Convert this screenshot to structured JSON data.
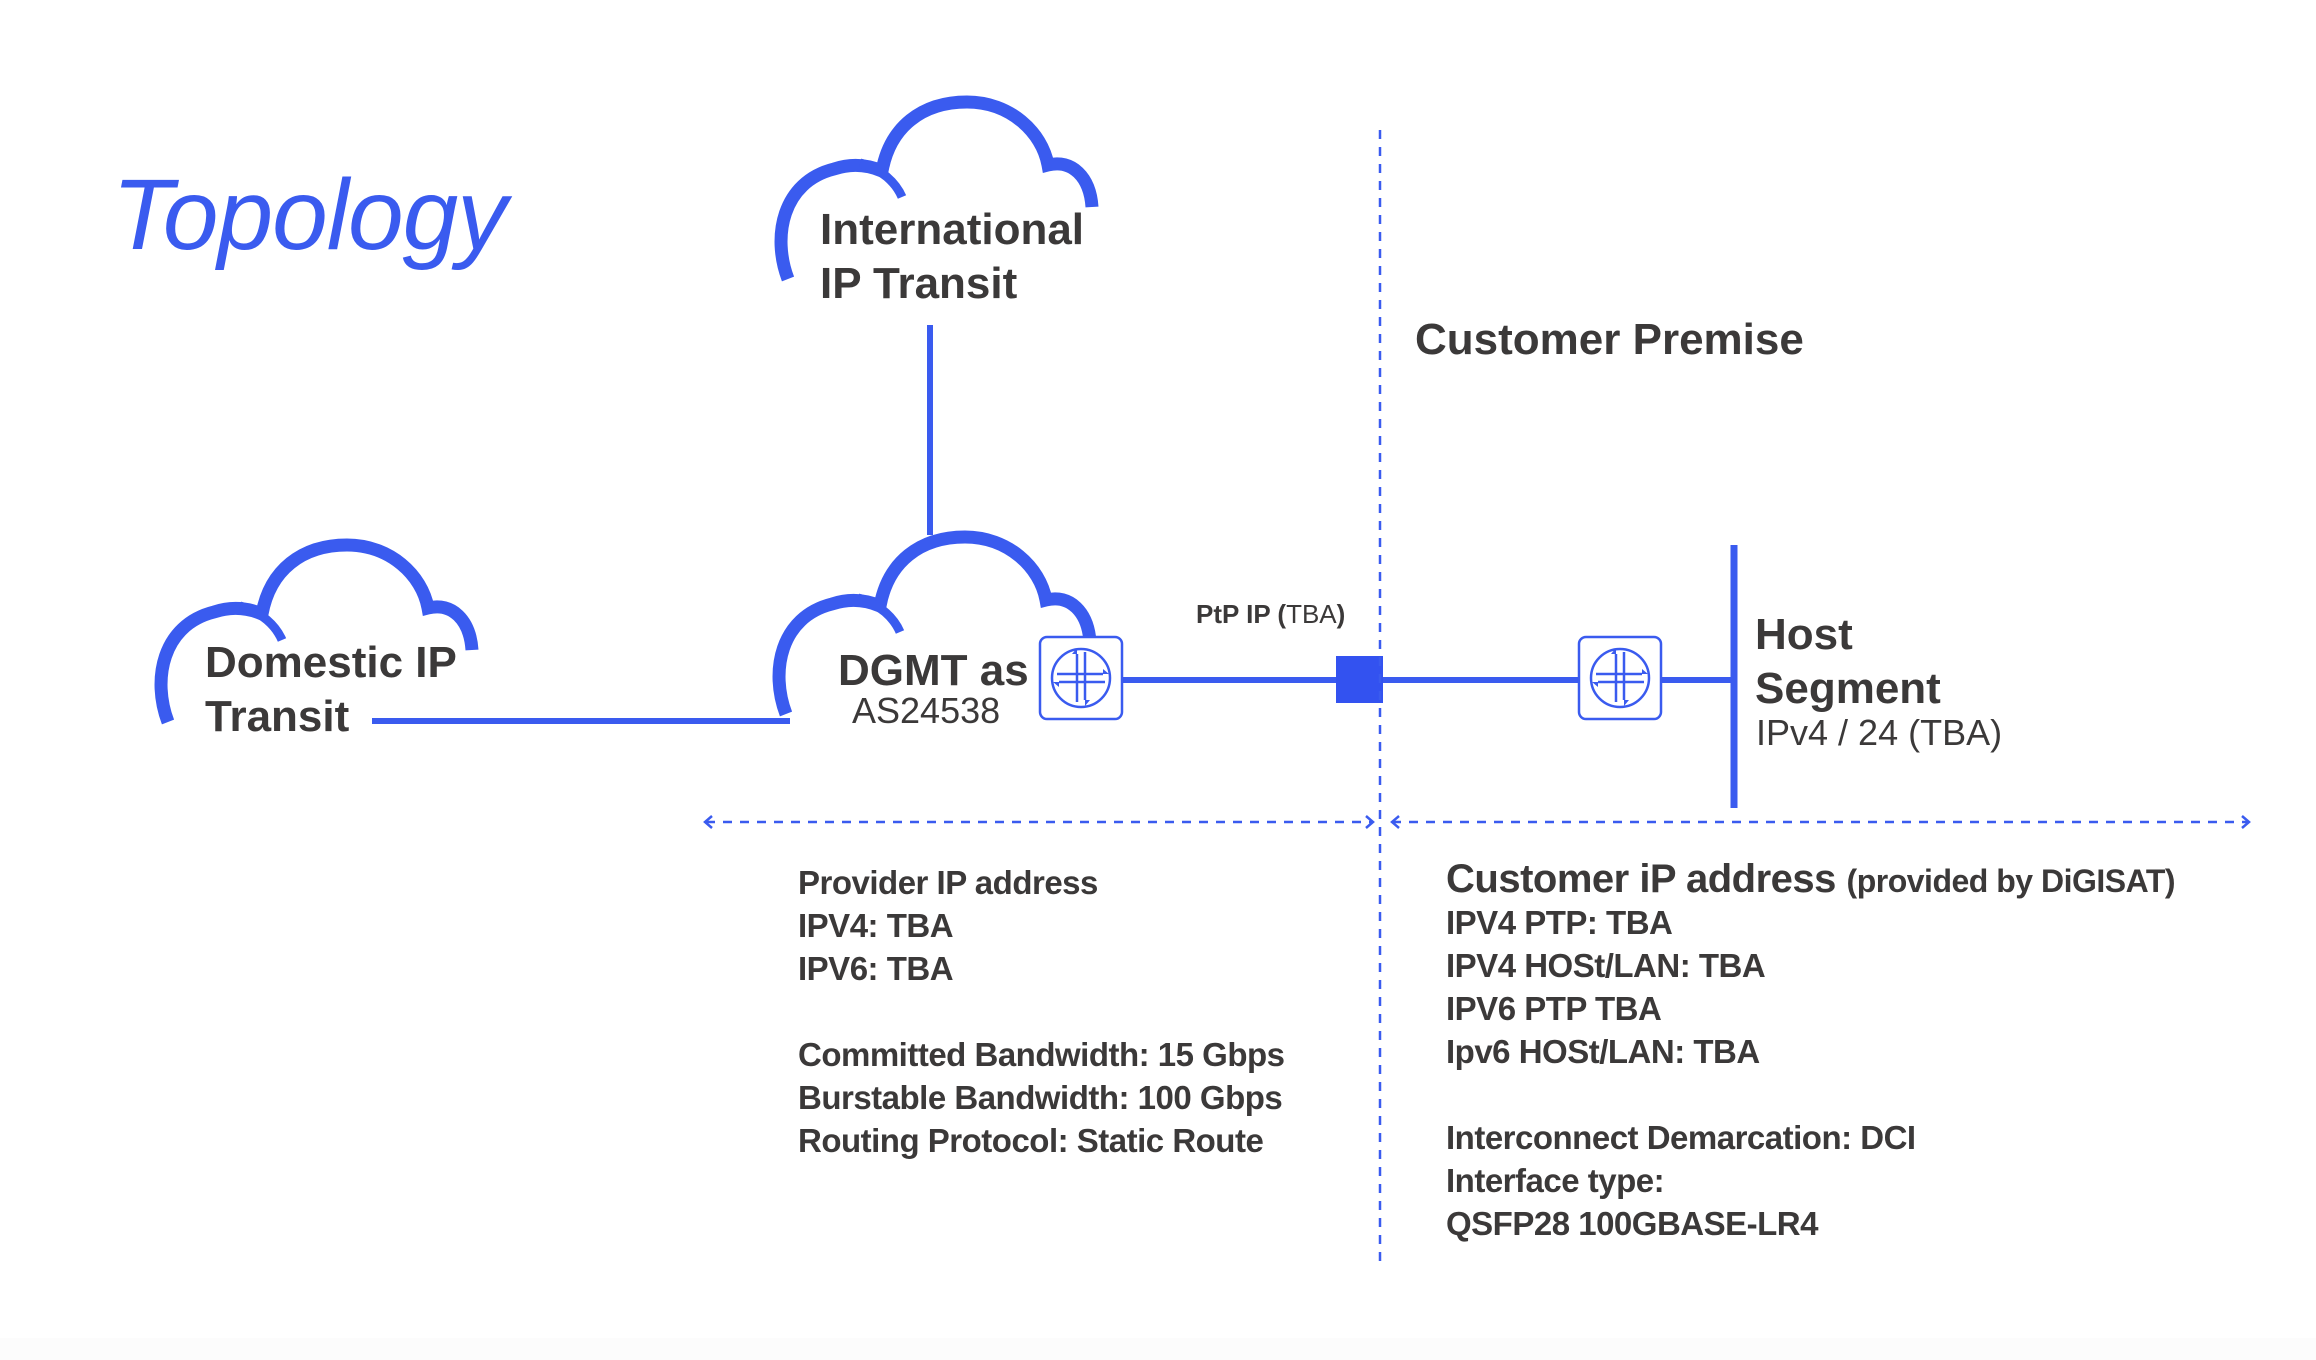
{
  "title": "Topology",
  "colors": {
    "accent": "#3a5bef",
    "text": "#3b3939"
  },
  "clouds": {
    "international": {
      "line1": "International",
      "line2": "IP Transit",
      "icon": "cloud-icon"
    },
    "domestic": {
      "line1": "Domestic IP",
      "line2": "Transit",
      "icon": "cloud-icon"
    },
    "dgmt": {
      "name": "DGMT as",
      "asn": "AS24538",
      "icon": "cloud-icon"
    }
  },
  "routers": {
    "provider": {
      "icon": "router-icon"
    },
    "customer": {
      "icon": "router-icon"
    }
  },
  "ptp": {
    "label_bold": "PtP IP (",
    "label_thin": "TBA",
    "label_close": ")"
  },
  "customer_premise": "Customer Premise",
  "host_segment": {
    "line1": "Host",
    "line2": "Segment",
    "subnet": "IPv4 / 24 (TBA)"
  },
  "provider_info": {
    "rows": [
      "Provider IP address",
      "IPV4: TBA",
      "IPV6: TBA",
      "",
      "Committed Bandwidth: 15 Gbps",
      "Burstable Bandwidth: 100 Gbps",
      "Routing Protocol: Static Route"
    ]
  },
  "customer_info": {
    "heading": "Customer iP address",
    "heading_note": "(provided by DiGISAT)",
    "rows": [
      "IPV4 PTP: TBA",
      "IPV4 HOSt/LAN: TBA",
      "IPV6 PTP TBA",
      "Ipv6 HOSt/LAN: TBA",
      "",
      "Interconnect Demarcation: DCI",
      "Interface type:",
      "QSFP28 100GBASE-LR4"
    ]
  }
}
